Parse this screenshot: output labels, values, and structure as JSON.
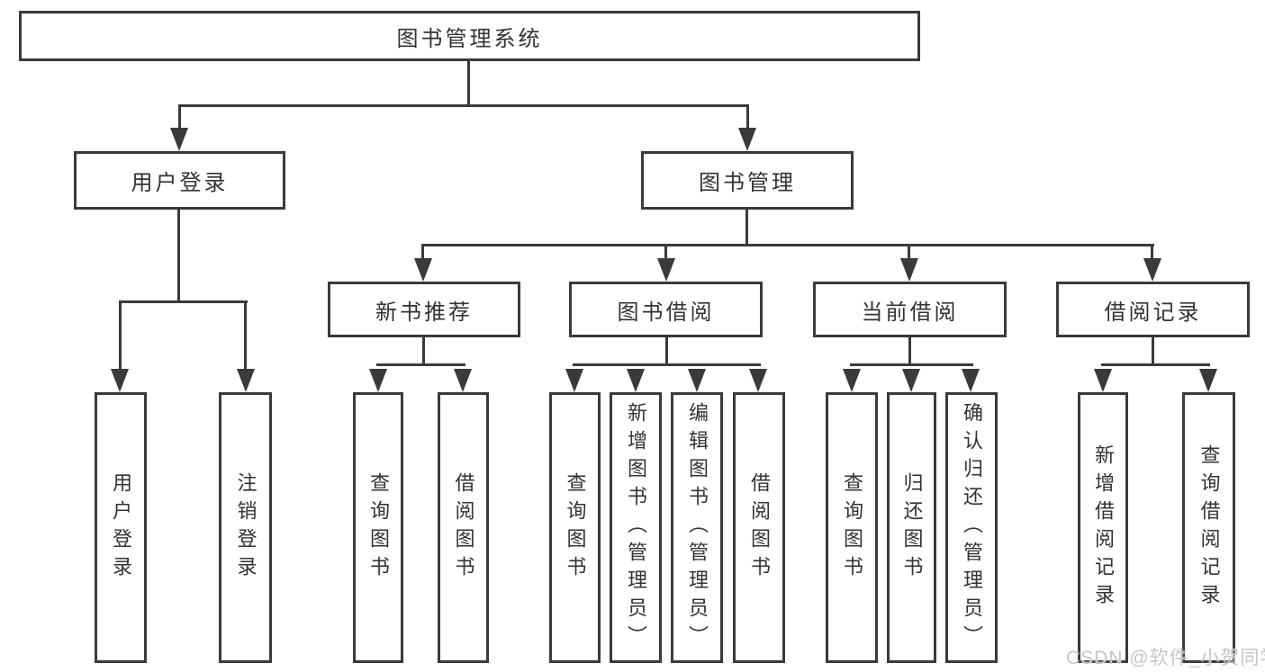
{
  "diagram": {
    "type": "tree",
    "colors": {
      "line": "#3a3a3a",
      "text": "#333333",
      "background": "#ffffff",
      "watermark": "#c6c6c6"
    },
    "nodes": {
      "root": "图书管理系统",
      "branches": [
        "用户登录",
        "图书管理"
      ],
      "sections": [
        "新书推荐",
        "图书借阅",
        "当前借阅",
        "借阅记录"
      ],
      "leaves": [
        "用户登录",
        "注销登录",
        "查询图书",
        "借阅图书",
        "查询图书",
        "新增图书（管理员）",
        "编辑图书（管理员）",
        "借阅图书",
        "查询图书",
        "归还图书",
        "确认归还（管理员）",
        "新增借阅记录",
        "查询借阅记录"
      ]
    },
    "watermark": "CSDN @软件_小贺同学"
  }
}
